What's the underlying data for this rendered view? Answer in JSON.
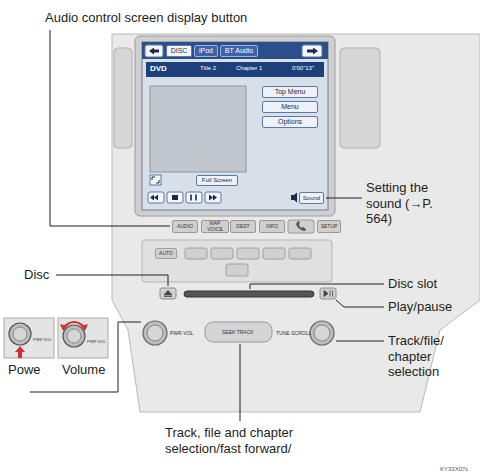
{
  "diagram": {
    "nodes": [
      {
        "text": [
          "DISC"
        ]
      },
      {
        "text": [
          "iPod"
        ]
      },
      {
        "text": [
          "BT Audio"
        ]
      },
      {
        "text": [
          "Top Menu"
        ]
      },
      {
        "text": [
          "Menu"
        ]
      },
      {
        "text": [
          "Options"
        ]
      },
      {
        "text": [
          "Full Screen"
        ]
      },
      {
        "text": [
          "Sound"
        ]
      },
      {
        "text": [
          "AUDIO"
        ]
      },
      {
        "text": [
          "MAP VOICE"
        ]
      },
      {
        "text": [
          "DEST"
        ]
      },
      {
        "text": [
          "INFO"
        ]
      },
      {
        "text": [
          "SETUP"
        ]
      },
      {
        "text": [
          "AUTO"
        ]
      }
    ],
    "labels": [
      "Audio control screen display button",
      "Setting the sound (→P. 564)",
      "Disc",
      "Disc slot",
      "Play/pause",
      "Track/file/ chapter selection",
      "Powe",
      "Volume",
      "Track, file and chapter selection/fast forward/",
      "DVD",
      "Title 2",
      "Chapter 1",
      "0'00\"13\"",
      "PWR·VOL",
      "SEEK TRACK",
      "TUNE·SCROLL",
      "PWR·VOL",
      "PWR·VOL",
      "KY33X07c"
    ]
  }
}
